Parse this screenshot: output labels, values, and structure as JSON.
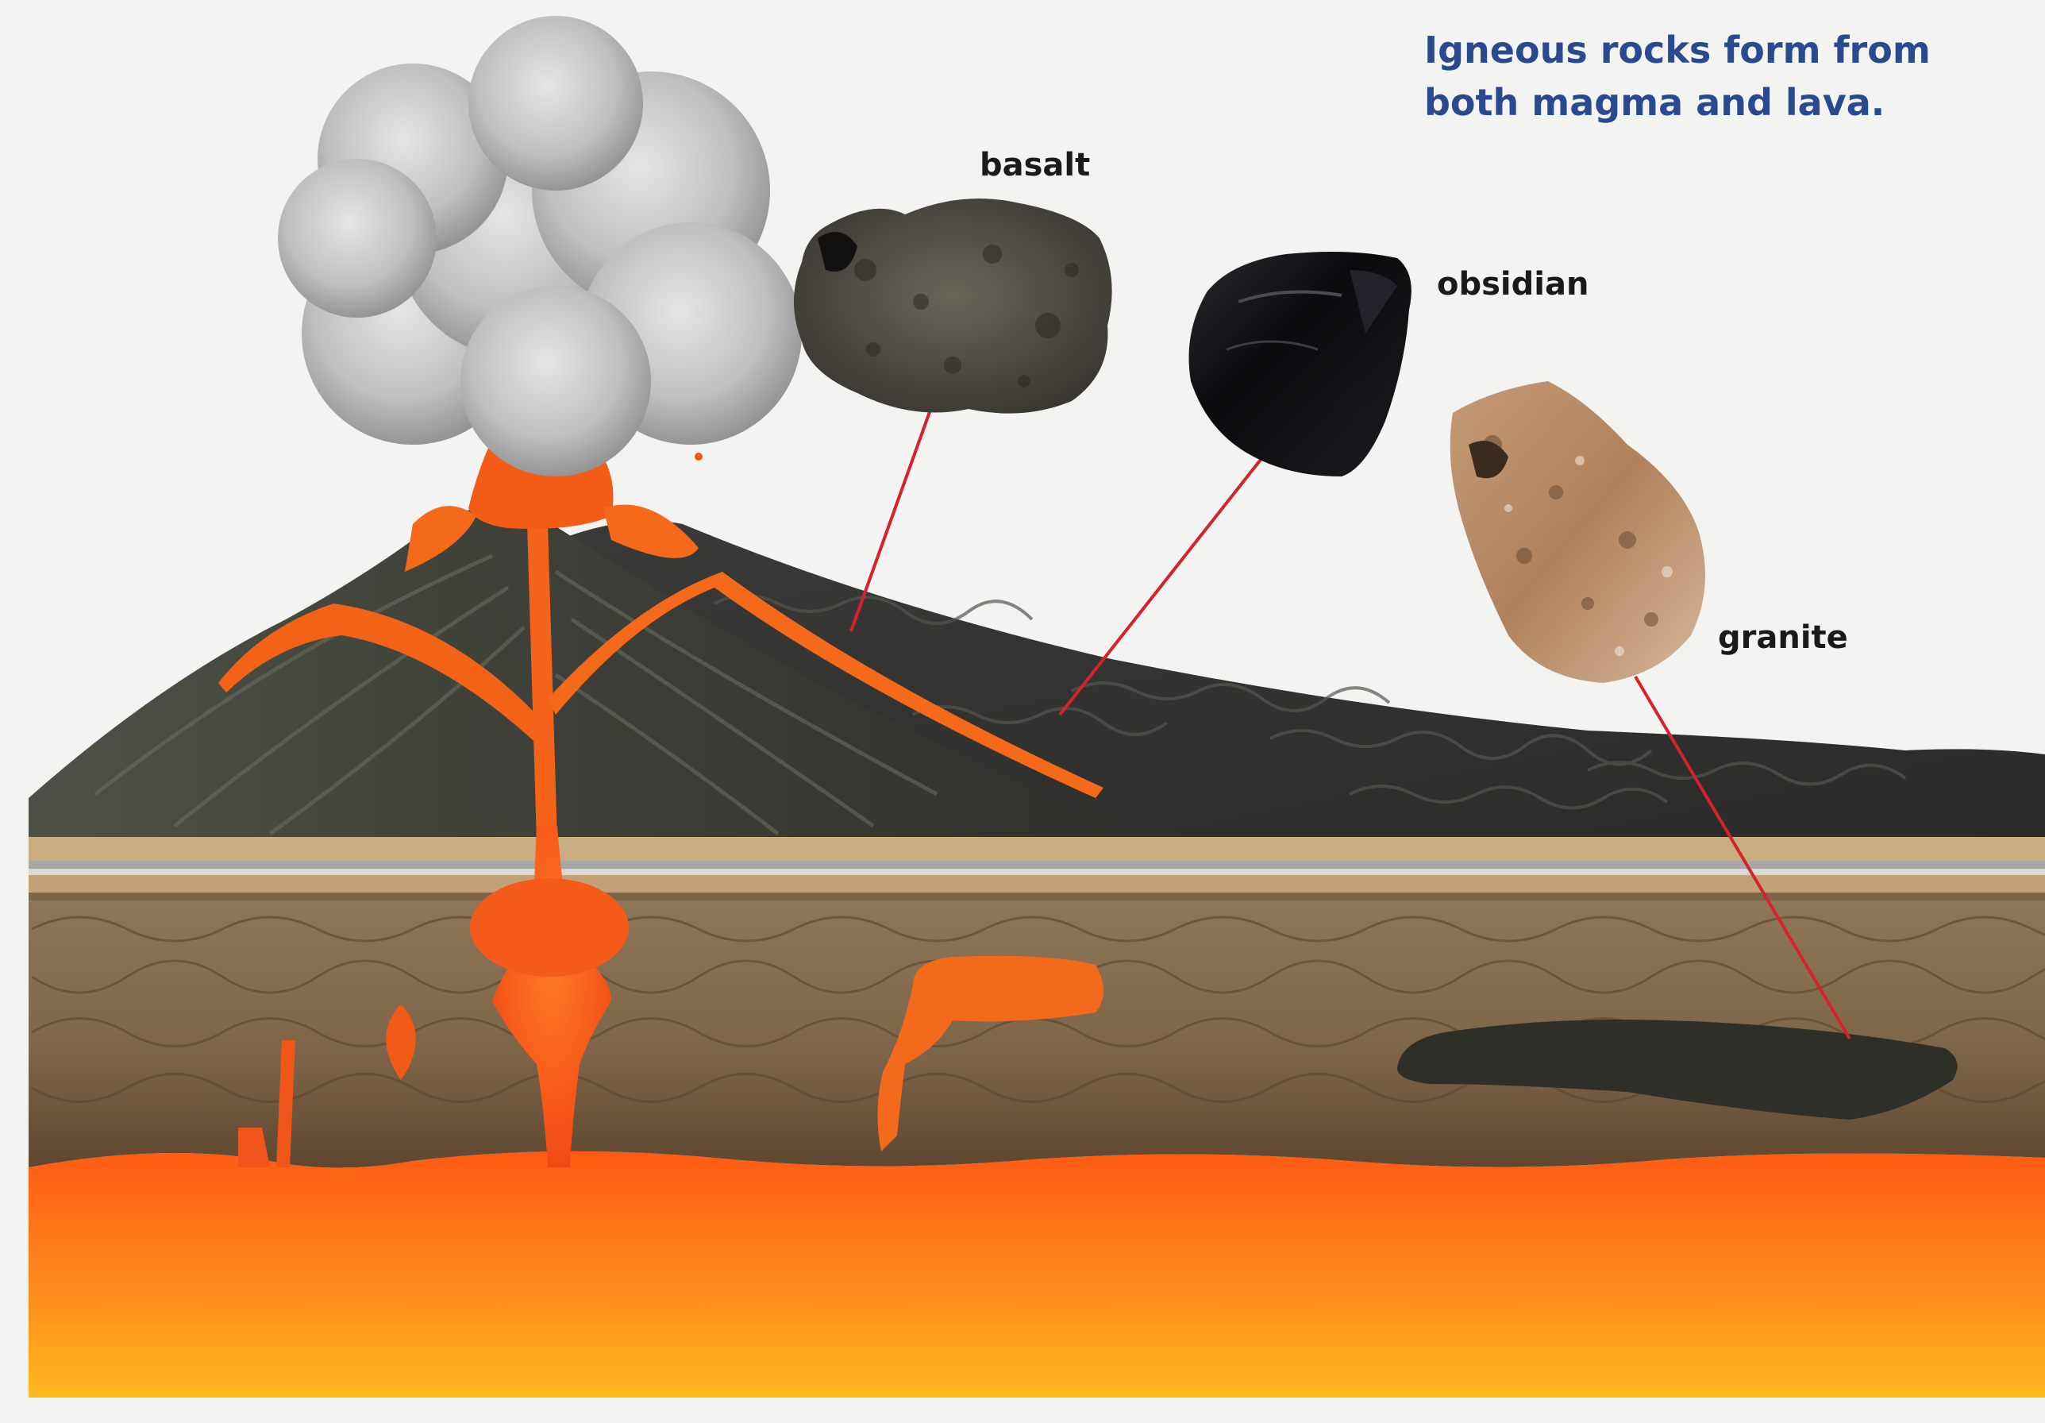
{
  "caption": {
    "line1": "Igneous rocks form from",
    "line2": "both magma and lava."
  },
  "labels": {
    "basalt": "basalt",
    "obsidian": "obsidian",
    "granite": "granite"
  },
  "colors": {
    "caption_text": "#2a4a8f",
    "label_text": "#1a1a1a",
    "leader_line": "#d4232b",
    "magma_hot": "#ff6a1a",
    "magma_deep": "#ffb21e",
    "volcano_rock": "#3e3f38",
    "crust": "#8a7051",
    "granite_rock": "#b88a66",
    "obsidian_rock": "#0d0d10",
    "basalt_rock": "#4a463f"
  }
}
